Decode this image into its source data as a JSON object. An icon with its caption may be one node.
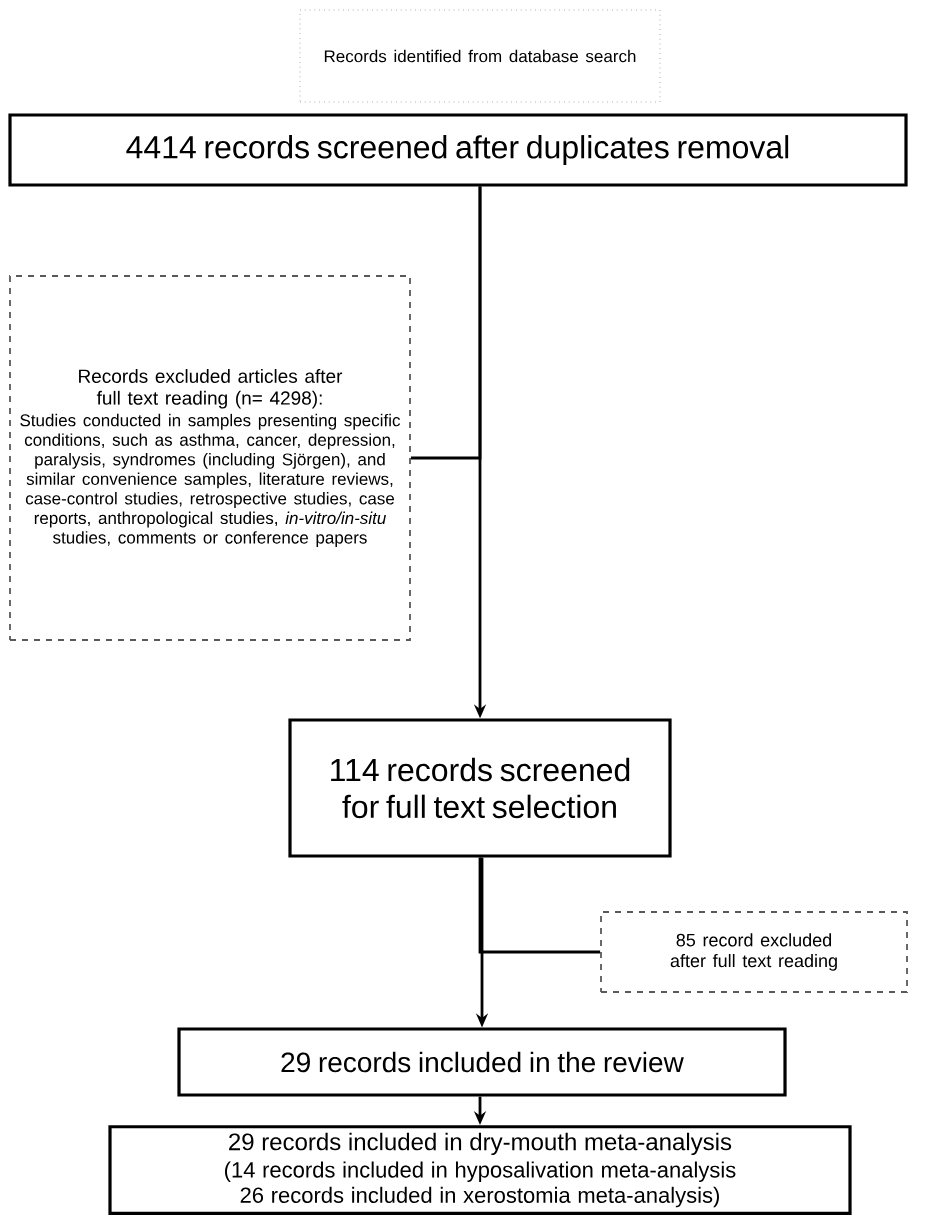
{
  "diagram": {
    "nodes": [
      {
        "text": [
          "Records identified from database search"
        ]
      },
      {
        "text": [
          "4414 records screened after duplicates removal"
        ]
      },
      {
        "text": [
          "Records excluded articles after full text reading (n= 4298):",
          "Studies conducted in samples presenting specific conditions, such as asthma, cancer, depression, paralysis, syndromes (including Sjörgen), and similar convenience samples, literature reviews, case-control studies, retrospective studies, case reports, anthropological studies, *in-vitro/in-situ* studies, comments or conference papers"
        ]
      },
      {
        "text": [
          "114 records screened for full text selection"
        ]
      },
      {
        "text": [
          "85 record excluded after full text reading"
        ]
      },
      {
        "text": [
          "29 records included in the review"
        ]
      },
      {
        "text": [
          "29 records included in dry-mouth meta-analysis",
          "(14 records included in hyposalivation meta-analysis 26 records included in xerostomia meta-analysis)"
        ]
      }
    ],
    "edges": [
      {
        "from": 1,
        "to": 3,
        "arrow": "to"
      },
      {
        "from": 1,
        "to": 2,
        "arrow": "none"
      },
      {
        "from": 3,
        "to": 4,
        "arrow": "none"
      },
      {
        "from": 3,
        "to": 5,
        "arrow": "to"
      },
      {
        "from": 5,
        "to": 6,
        "arrow": "to"
      }
    ]
  }
}
